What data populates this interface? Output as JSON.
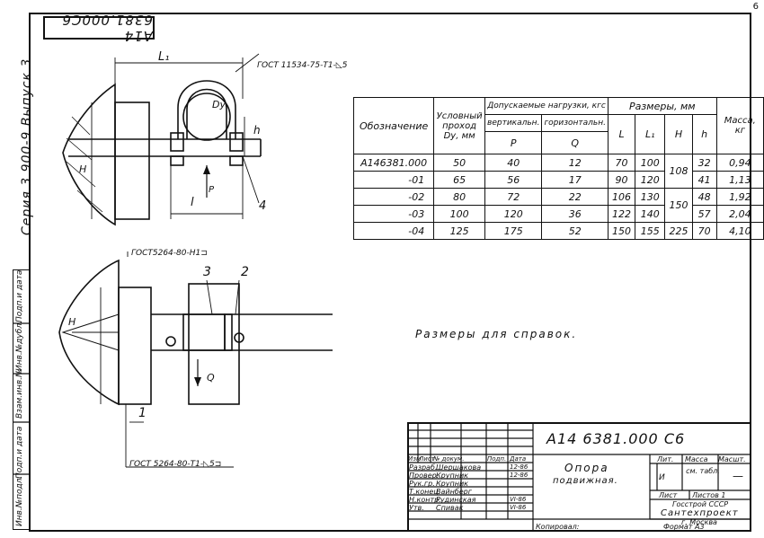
{
  "sheet_number": "6",
  "stamp_top": "A14 6381.000C6",
  "series": "Серия 3.900-9  Выпуск 3",
  "left_strip": [
    "Инв.№подл.",
    "Подп.и дата",
    "Взам.инв.№",
    "Инв.№дубл.",
    "Подп.и дата"
  ],
  "drawing_labels": {
    "l1": "L₁",
    "gost_top": "ГОСТ 11534-75-Т1-◺5",
    "dy": "Dу",
    "h_small": "h",
    "H_top": "H",
    "l": "l",
    "P": "P",
    "four": "4",
    "gost_mid": "ГОСТ5264-80-Н1⊐",
    "three": "3",
    "two": "2",
    "H_bottom": "H",
    "Q": "Q",
    "one": "1",
    "gost_bottom": "ГОСТ 5264-80-Т1-◺5⊐"
  },
  "table": {
    "h_designation": "Обозначение",
    "h_nominal": "Условный проход Dу, мм",
    "h_loads": "Допускаемые нагрузки, кгс",
    "h_vertical": "вертикальн.",
    "h_horizontal": "горизонтальн.",
    "h_sizes": "Размеры, мм",
    "h_mass": "Масса, кг",
    "sub_P": "P",
    "sub_Q": "Q",
    "sub_L": "L",
    "sub_L1": "L₁",
    "sub_H": "H",
    "sub_h": "h",
    "rows": [
      {
        "des": "A146381.000",
        "dy": "50",
        "p": "40",
        "q": "12",
        "L": "70",
        "L1": "100",
        "h": "32",
        "m": "0,94"
      },
      {
        "des": "-01",
        "dy": "65",
        "p": "56",
        "q": "17",
        "L": "90",
        "L1": "120",
        "h": "41",
        "m": "1,13"
      },
      {
        "des": "-02",
        "dy": "80",
        "p": "72",
        "q": "22",
        "L": "106",
        "L1": "130",
        "h": "48",
        "m": "1,92"
      },
      {
        "des": "-03",
        "dy": "100",
        "p": "120",
        "q": "36",
        "L": "122",
        "L1": "140",
        "h": "57",
        "m": "2,04"
      },
      {
        "des": "-04",
        "dy": "125",
        "p": "175",
        "q": "52",
        "L": "150",
        "L1": "155",
        "H": "225",
        "h": "70",
        "m": "4,10"
      }
    ],
    "H_merged_1": "108",
    "H_merged_2": "150"
  },
  "note": "Размеры для справок.",
  "title_block": {
    "doc_number": "A14 6381.000 С6",
    "name_line1": "Опора",
    "name_line2": "подвижная.",
    "col_izm": "Изм",
    "col_list": "Лист",
    "col_doc": "№ докум.",
    "col_sign": "Подп.",
    "col_date": "Дата",
    "roles": [
      {
        "role": "Разраб.",
        "name": "Шершакова",
        "date": "12-86"
      },
      {
        "role": "Провер.",
        "name": "Крупник",
        "date": "12-86"
      },
      {
        "role": "Рук.гр.",
        "name": "Крупник",
        "date": ""
      },
      {
        "role": "Т.конец.",
        "name": "Вайнберг",
        "date": ""
      },
      {
        "role": "Н.контр.",
        "name": "Рудинская",
        "date": "VI-86"
      },
      {
        "role": "Утв.",
        "name": "Спивак",
        "date": "VI-86"
      }
    ],
    "lit": "Лит.",
    "massa": "Масса",
    "masshtab": "Масшт.",
    "lit_val": "И",
    "massa_val": "см. табл.",
    "masshtab_val": "—",
    "list": "Лист",
    "listov": "Листов 1",
    "org1": "Госстрой СССР",
    "org2": "Сантехпроект",
    "org3": "г. Москва",
    "copied": "Копировал:",
    "format": "Формат А3"
  }
}
